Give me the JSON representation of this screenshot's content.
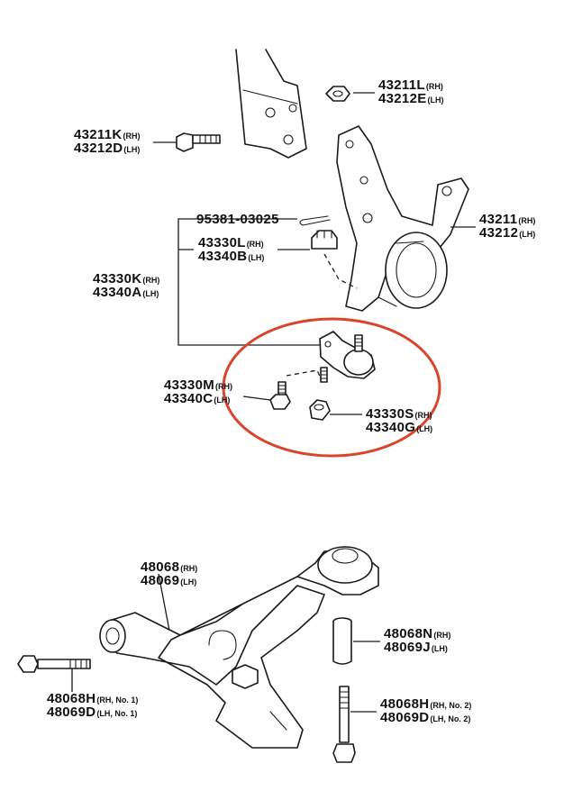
{
  "highlight_color": "#d9452b",
  "labels": {
    "top_nut": {
      "l1": "43211L",
      "s1": "(RH)",
      "l2": "43212E",
      "s2": "(LH)"
    },
    "upper_bolt": {
      "l1": "43211K",
      "s1": "(RH)",
      "l2": "43212D",
      "s2": "(LH)"
    },
    "knuckle": {
      "l1": "43211",
      "s1": "(RH)",
      "l2": "43212",
      "s2": "(LH)"
    },
    "cotter_pin": {
      "l1": "95381-03025"
    },
    "castle_nut": {
      "l1": "43330L",
      "s1": "(RH)",
      "l2": "43340B",
      "s2": "(LH)"
    },
    "ball_joint": {
      "l1": "43330K",
      "s1": "(RH)",
      "l2": "43340A",
      "s2": "(LH)"
    },
    "joint_bolt": {
      "l1": "43330M",
      "s1": "(RH)",
      "l2": "43340C",
      "s2": "(LH)"
    },
    "joint_nut": {
      "l1": "43330S",
      "s1": "(RH)",
      "l2": "43340G",
      "s2": "(LH)"
    },
    "lower_arm": {
      "l1": "48068",
      "s1": "(RH)",
      "l2": "48069",
      "s2": "(LH)"
    },
    "bushing": {
      "l1": "48068N",
      "s1": "(RH)",
      "l2": "48069J",
      "s2": "(LH)"
    },
    "arm_bolt_1": {
      "l1": "48068H",
      "s1": "(RH, No. 1)",
      "l2": "48069D",
      "s2": "(LH, No. 1)"
    },
    "arm_bolt_2": {
      "l1": "48068H",
      "s1": "(RH, No. 2)",
      "l2": "48069D",
      "s2": "(LH, No. 2)"
    }
  }
}
